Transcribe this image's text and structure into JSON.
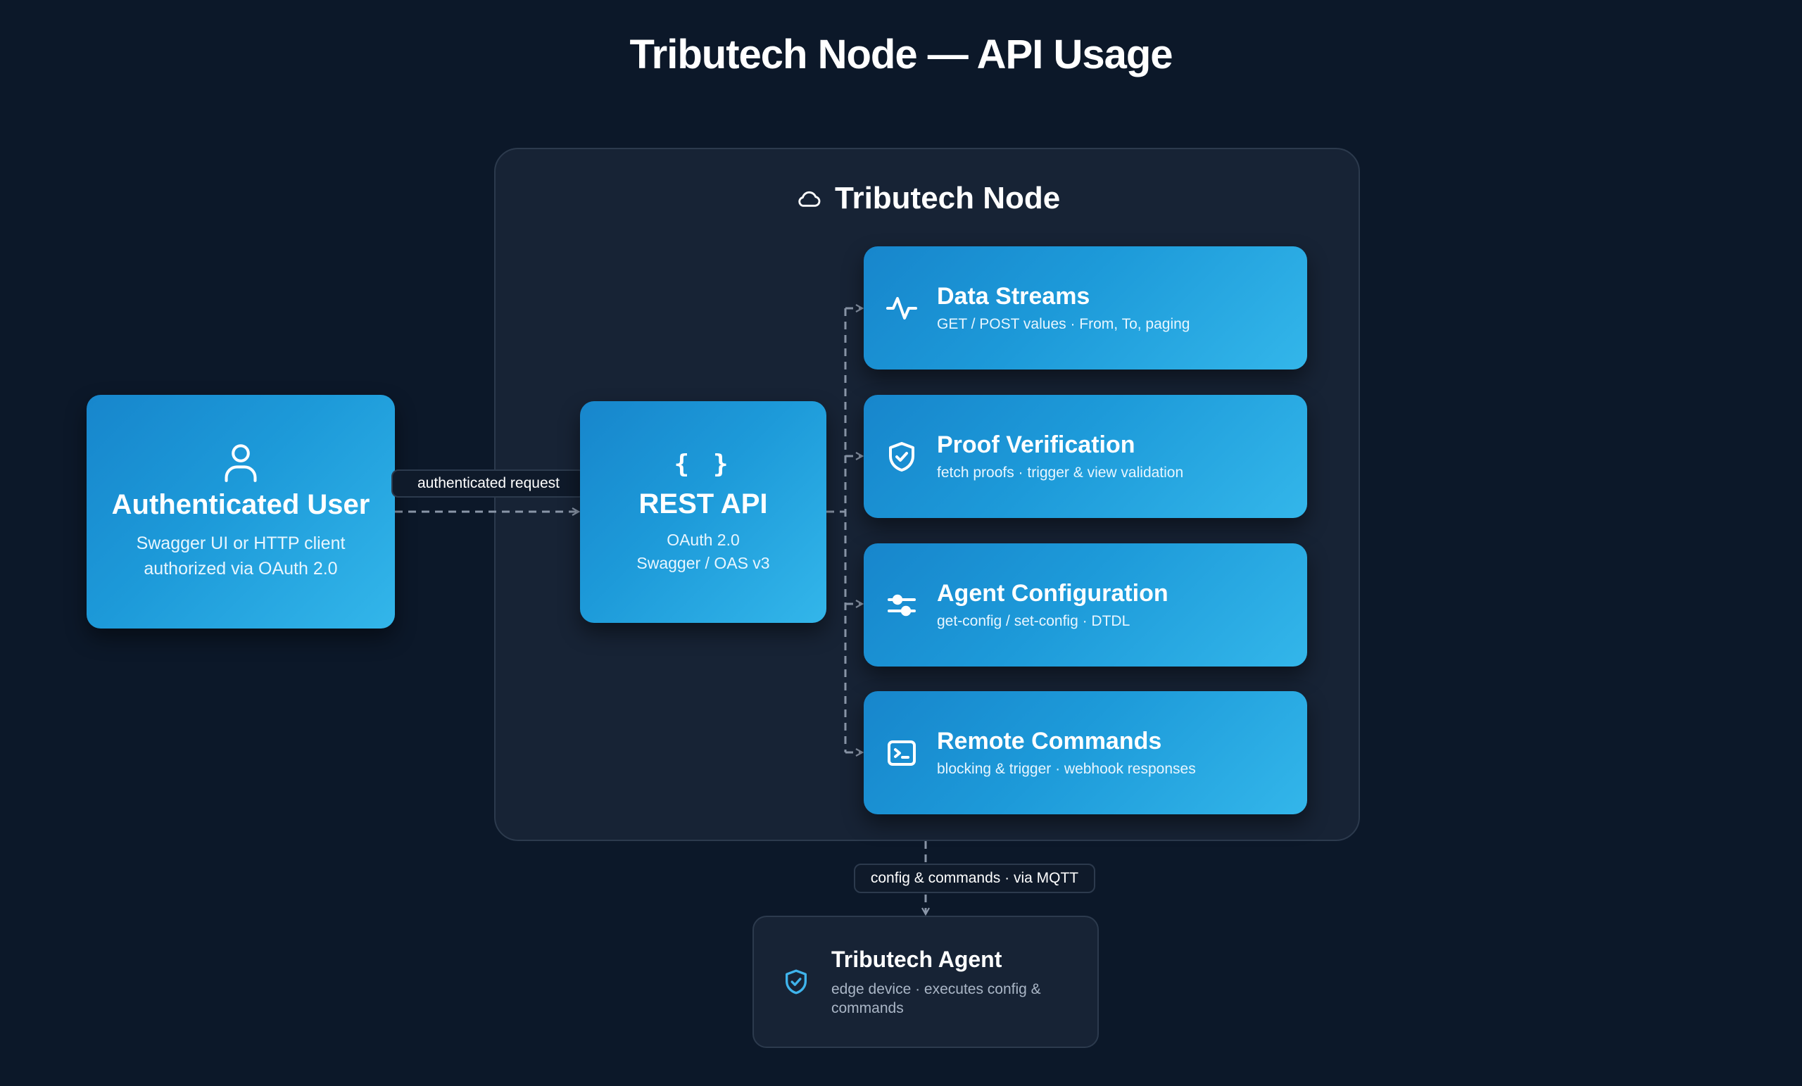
{
  "title": "Tributech Node — API Usage",
  "node": {
    "label": "Tributech Node",
    "icon": "cloud-icon"
  },
  "user": {
    "title": "Authenticated User",
    "line1": "Swagger UI or HTTP client",
    "line2": "authorized via OAuth 2.0",
    "icon": "user-icon"
  },
  "edge_auth": "authenticated request",
  "rest": {
    "title": "REST API",
    "line1": "OAuth 2.0",
    "line2": "Swagger / OAS v3",
    "icon": "braces-icon",
    "glyph": "{ }"
  },
  "services": [
    {
      "title": "Data Streams",
      "subtitle": "GET / POST values · From, To, paging",
      "icon": "activity-icon"
    },
    {
      "title": "Proof Verification",
      "subtitle": "fetch proofs · trigger & view validation",
      "icon": "shield-check-icon"
    },
    {
      "title": "Agent Configuration",
      "subtitle": "get-config / set-config · DTDL",
      "icon": "sliders-icon"
    },
    {
      "title": "Remote Commands",
      "subtitle": "blocking & trigger · webhook responses",
      "icon": "terminal-icon"
    }
  ],
  "edge_mqtt": "config & commands · via MQTT",
  "agent": {
    "title": "Tributech Agent",
    "subtitle": "edge device · executes config & commands",
    "icon": "shield-check-icon"
  },
  "colors": {
    "background": "#0c1829",
    "panel": "#172335",
    "card_gradient_start": "#1786cc",
    "card_gradient_end": "#33b6ea",
    "connector": "#8a96a8",
    "agent_icon": "#3fb4ec"
  }
}
